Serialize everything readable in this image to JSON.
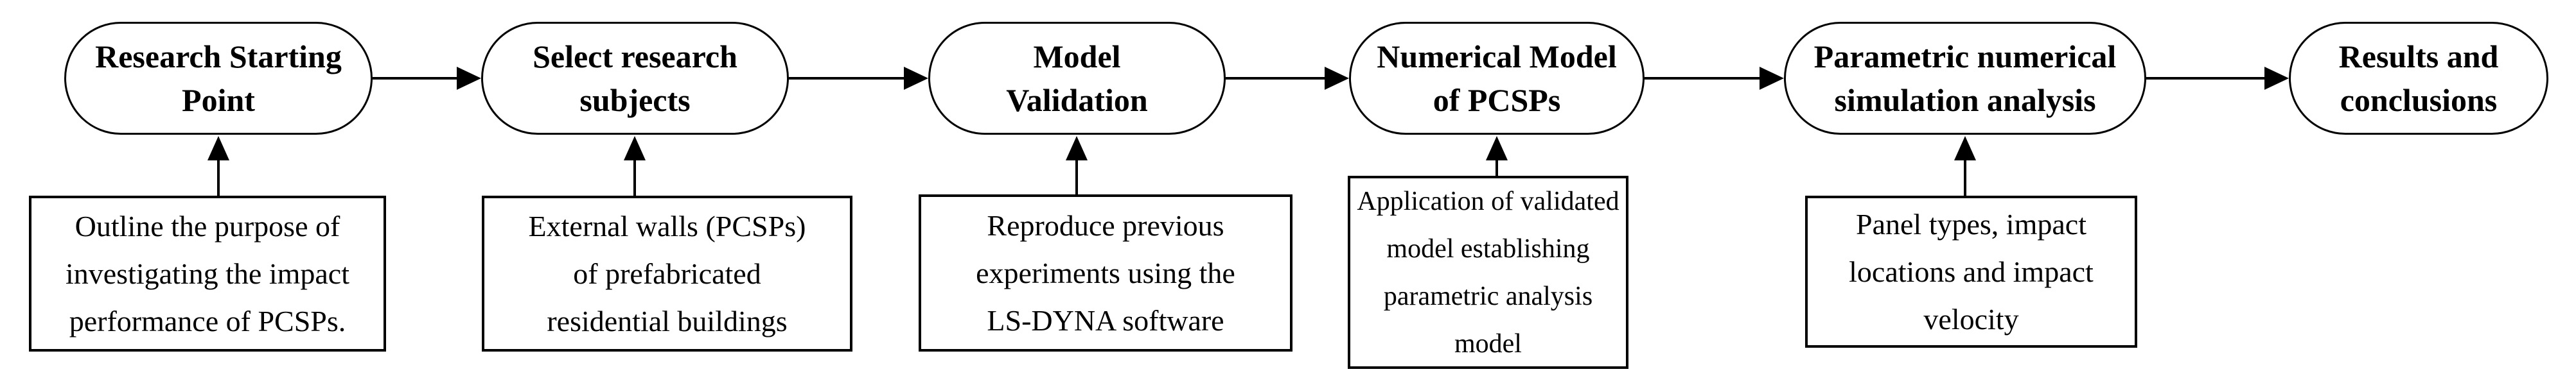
{
  "diagram": {
    "type": "flowchart",
    "direction": "left-to-right",
    "colors": {
      "background": "#ffffff",
      "line": "#000000",
      "text": "#000000"
    },
    "stages": [
      {
        "name": "research-starting-point",
        "shape": "stadium",
        "lines": [
          "Research Starting",
          "Point"
        ]
      },
      {
        "name": "select-research-subjects",
        "shape": "stadium",
        "lines": [
          "Select research",
          "subjects"
        ]
      },
      {
        "name": "model-validation",
        "shape": "stadium",
        "lines": [
          "Model",
          "Validation"
        ]
      },
      {
        "name": "numerical-model-of-pcsps",
        "shape": "stadium",
        "lines": [
          "Numerical Model",
          "of PCSPs"
        ]
      },
      {
        "name": "parametric-numerical-simulation-analysis",
        "shape": "stadium",
        "lines": [
          "Parametric numerical",
          "simulation analysis"
        ]
      },
      {
        "name": "results-and-conclusions",
        "shape": "stadium",
        "lines": [
          "Results and",
          "conclusions"
        ]
      }
    ],
    "details": [
      {
        "name": "detail-research-starting-point",
        "shape": "rectangle",
        "attached_stage": 0,
        "lines": [
          "Outline the purpose of",
          "investigating the impact",
          "performance of PCSPs."
        ]
      },
      {
        "name": "detail-select-research-subjects",
        "shape": "rectangle",
        "attached_stage": 1,
        "lines": [
          "External walls (PCSPs)",
          "of prefabricated",
          "residential buildings"
        ]
      },
      {
        "name": "detail-model-validation",
        "shape": "rectangle",
        "attached_stage": 2,
        "lines": [
          "Reproduce previous",
          "experiments using the",
          "LS-DYNA software"
        ]
      },
      {
        "name": "detail-numerical-model-of-pcsps",
        "shape": "rectangle",
        "attached_stage": 3,
        "lines": [
          "Application of validated",
          "model establishing",
          "parametric analysis",
          "model"
        ]
      },
      {
        "name": "detail-parametric-numerical-simulation-analysis",
        "shape": "rectangle",
        "attached_stage": 4,
        "lines": [
          "Panel types, impact",
          "locations and impact",
          "velocity"
        ]
      }
    ]
  }
}
